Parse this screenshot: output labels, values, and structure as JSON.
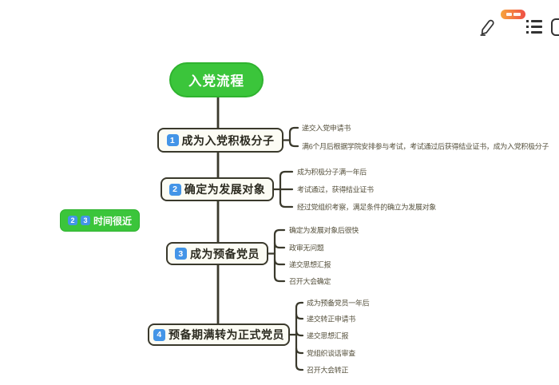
{
  "colors": {
    "green": "#3bc53b",
    "green-border": "#2fb32f",
    "blue": "#4395e7",
    "line": "#3a392c",
    "box-bg": "#fcfcf4",
    "step-text": "#2b2a20",
    "leaf-text": "#56513d",
    "icon": "#333333",
    "badge-from": "#f7a43c",
    "badge-to": "#ef4f46"
  },
  "header": {
    "icons": [
      {
        "name": "edit-pen-icon"
      },
      {
        "name": "promo-badge"
      },
      {
        "name": "outline-list-icon"
      },
      {
        "name": "frame-icon"
      }
    ]
  },
  "mindmap": {
    "root": "入党流程",
    "steps": [
      {
        "num": "1",
        "title": "成为入党积极分子",
        "leaves": [
          "递交入党申请书",
          "满6个月后根据学院安排参与考试，考试通过后获得结业证书，成为入党积极分子"
        ]
      },
      {
        "num": "2",
        "title": "确定为发展对象",
        "leaves": [
          "成为积极分子满一年后",
          "考试通过，获得结业证书",
          "经过党组织考察，满足条件的确立为发展对象"
        ]
      },
      {
        "num": "3",
        "title": "成为预备党员",
        "leaves": [
          "确定为发展对象后很快",
          "政审无问题",
          "递交思想汇报",
          "召开大会确定"
        ]
      },
      {
        "num": "4",
        "title": "预备期满转为正式党员",
        "leaves": [
          "成为预备党员一年后",
          "递交转正申请书",
          "递交思想汇报",
          "党组织谈话审查",
          "召开大会转正"
        ]
      }
    ],
    "floating_label": {
      "badges": [
        "2",
        "3"
      ],
      "text": "时间很近"
    }
  }
}
